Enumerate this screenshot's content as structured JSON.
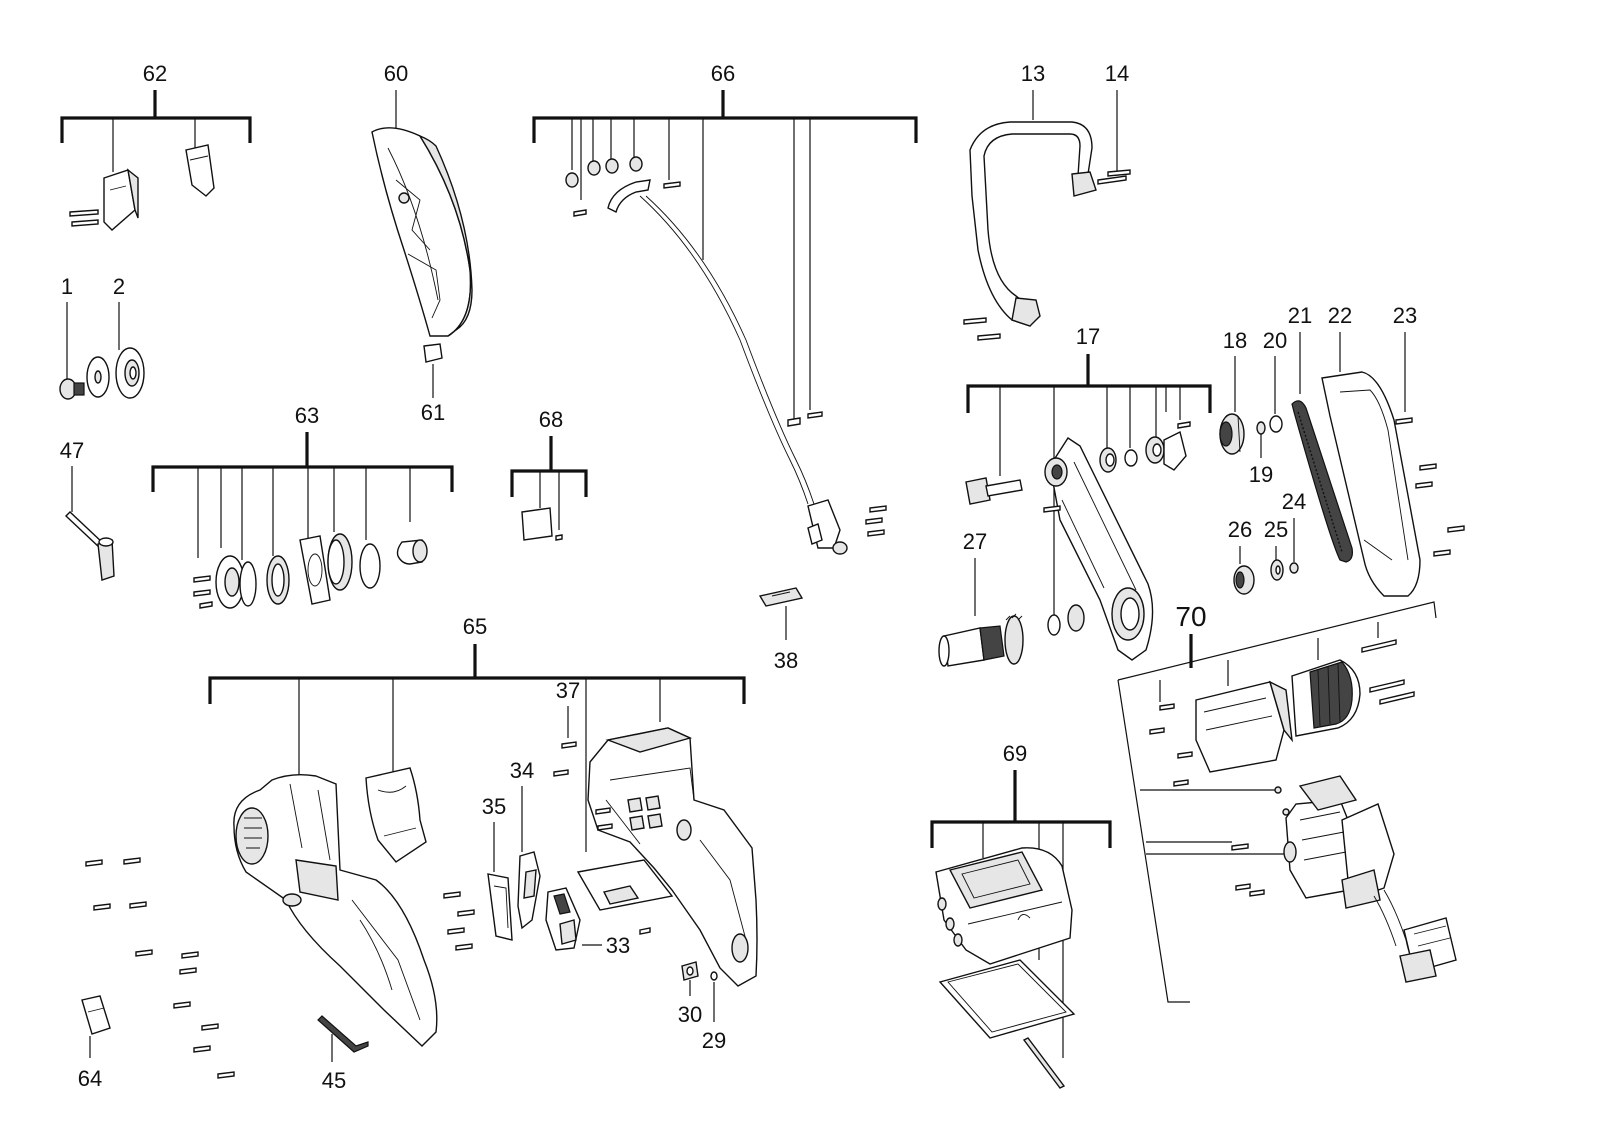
{
  "labels": {
    "l62": "62",
    "l60": "60",
    "l66": "66",
    "l13": "13",
    "l14": "14",
    "l1": "1",
    "l2": "2",
    "l61": "61",
    "l17": "17",
    "l18": "18",
    "l20": "20",
    "l21": "21",
    "l22": "22",
    "l23": "23",
    "l19": "19",
    "l63": "63",
    "l68": "68",
    "l47": "47",
    "l24": "24",
    "l26": "26",
    "l25": "25",
    "l27": "27",
    "l70": "70",
    "l38": "38",
    "l65": "65",
    "l37": "37",
    "l34": "34",
    "l35": "35",
    "l33": "33",
    "l69": "69",
    "l30": "30",
    "l29": "29",
    "l64": "64",
    "l45": "45"
  }
}
